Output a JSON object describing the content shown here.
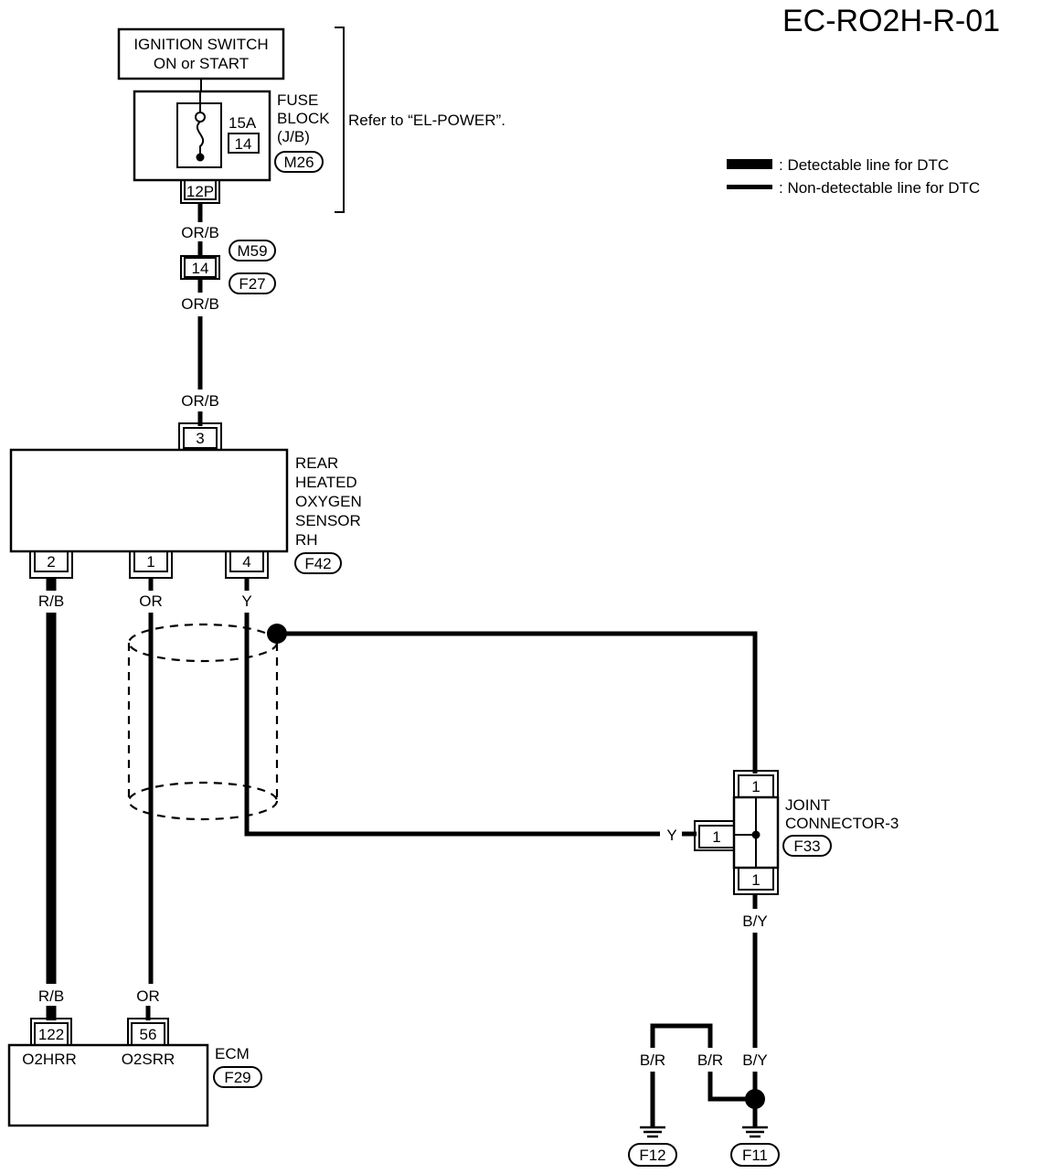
{
  "diagram_id": "EC-RO2H-R-01",
  "legend": {
    "detectable": ": Detectable line for DTC",
    "non_detectable": ": Non-detectable line for DTC"
  },
  "ignition_switch": {
    "line1": "IGNITION SWITCH",
    "line2": "ON or START"
  },
  "fuse_block": {
    "line1": "FUSE",
    "line2": "BLOCK",
    "line3": "(J/B)",
    "amps": "15A",
    "fuse_no": "14",
    "connector": "M26",
    "pin": "12P",
    "reference": "Refer to “EL-POWER”."
  },
  "harness_connector": {
    "wire_top": "OR/B",
    "pin": "14",
    "conn_top": "M59",
    "conn_bottom": "F27",
    "wire_bottom": "OR/B"
  },
  "sensor": {
    "line1": "REAR",
    "line2": "HEATED",
    "line3": "OXYGEN",
    "line4": "SENSOR",
    "line5": "RH",
    "connector": "F42",
    "wire_in": "OR/B",
    "pin_in": "3",
    "pins": [
      "2",
      "1",
      "4"
    ],
    "wires": [
      "R/B",
      "OR",
      "Y"
    ]
  },
  "joint_connector": {
    "line1": "JOINT",
    "line2": "CONNECTOR-3",
    "connector": "F33",
    "pin_top": "1",
    "pin_left": "1",
    "pin_bottom": "1",
    "wire_left": "Y",
    "wire_bottom": "B/Y"
  },
  "ecm": {
    "label": "ECM",
    "connector": "F29",
    "wire_a": "R/B",
    "wire_b": "OR",
    "pin_a": "122",
    "pin_b": "56",
    "term_a": "O2HRR",
    "term_b": "O2SRR"
  },
  "grounds": {
    "wire_1": "B/R",
    "wire_2": "B/R",
    "wire_3": "B/Y",
    "ground_1": "F12",
    "ground_2": "F11"
  }
}
